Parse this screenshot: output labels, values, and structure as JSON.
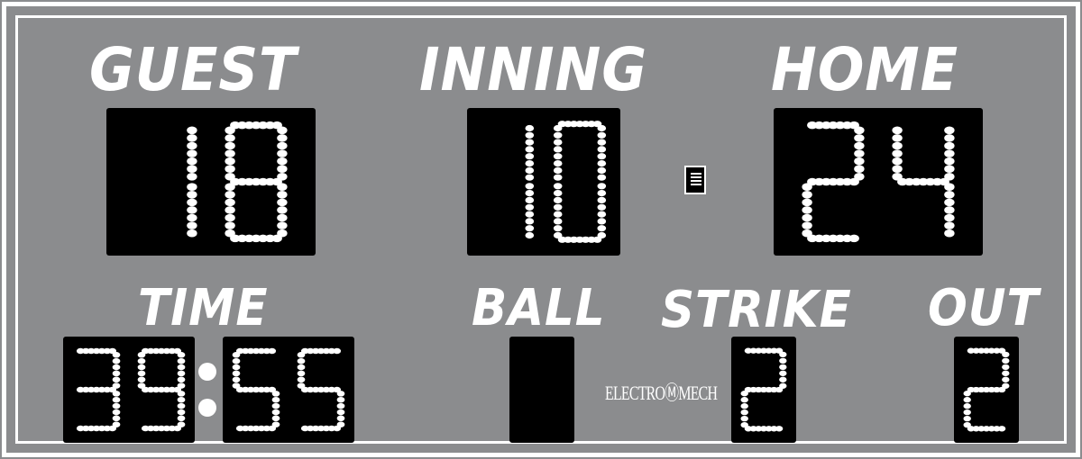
{
  "scoreboard": {
    "guest": {
      "label": "GUEST",
      "score": "18"
    },
    "inning": {
      "label": "INNING",
      "value": "10"
    },
    "home": {
      "label": "HOME",
      "score": "24"
    },
    "time": {
      "label": "TIME",
      "minutes": "39",
      "seconds": "55"
    },
    "ball": {
      "label": "BALL",
      "value": ""
    },
    "strike": {
      "label": "STRIKE",
      "value": "2"
    },
    "out": {
      "label": "OUT",
      "value": "2"
    },
    "brand": "ELECTROⓂMECH"
  },
  "colors": {
    "board": "#8b8c8e",
    "panel": "#000000",
    "digit": "#ffffff"
  }
}
